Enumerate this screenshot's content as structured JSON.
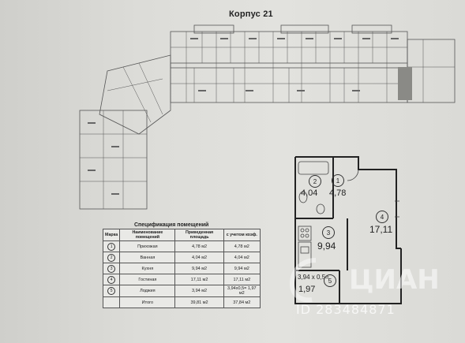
{
  "document": {
    "title": "Корпус 21"
  },
  "apartment": {
    "rooms": [
      {
        "marker": "1",
        "area": "4,78"
      },
      {
        "marker": "2",
        "area": "4,04"
      },
      {
        "marker": "3",
        "area": "9,94"
      },
      {
        "marker": "4",
        "area": "17,11"
      },
      {
        "marker": "5",
        "area": "1,97",
        "formula": "3,94 x 0,5="
      }
    ]
  },
  "spec": {
    "title": "Спецификация помещений",
    "headers": [
      "Марка",
      "Наименование помещений",
      "Приведенная площадь",
      "с учетом коэф."
    ],
    "rows": [
      {
        "marker": "1",
        "name": "Прихожая",
        "area": "4,78 м2",
        "coef": "4,78 м2"
      },
      {
        "marker": "2",
        "name": "Ванная",
        "area": "4,04 м2",
        "coef": "4,04 м2"
      },
      {
        "marker": "3",
        "name": "Кухня",
        "area": "9,94 м2",
        "coef": "9,94 м2"
      },
      {
        "marker": "4",
        "name": "Гостиная",
        "area": "17,11 м2",
        "coef": "17,11 м2"
      },
      {
        "marker": "5",
        "name": "Лоджия",
        "area": "3,94 м2",
        "coef": "3,94x0,5= 1,97 м2"
      }
    ],
    "total": {
      "label": "Итого",
      "area": "39,81 м2",
      "coef": "37,84 м2"
    }
  },
  "watermark": {
    "brand": "ЦИАН",
    "id": "ID 283484871"
  }
}
